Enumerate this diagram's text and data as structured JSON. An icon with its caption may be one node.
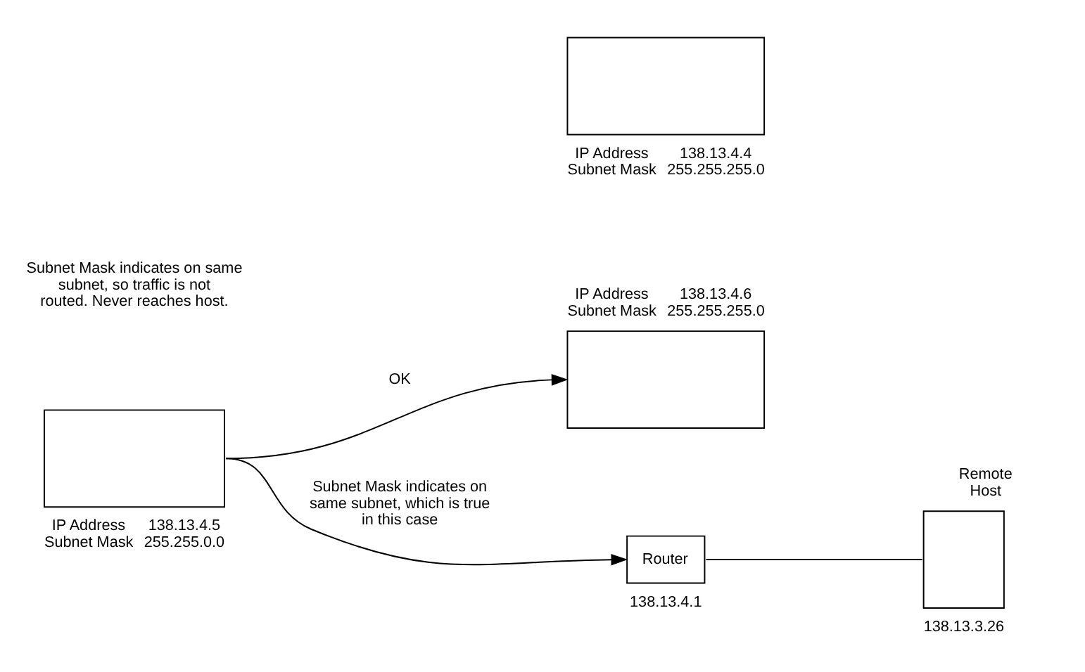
{
  "diagram": {
    "nodes": [
      {
        "text": [],
        "shape": "box",
        "beside": [
          "IP Address Subnet Mask",
          "138.13.4.5 255.255.0.0"
        ]
      },
      {
        "text": [],
        "shape": "box",
        "beside": [
          "IP Address Subnet Mask",
          "138.13.4.6 255.255.255.0"
        ]
      },
      {
        "text": [],
        "shape": "box",
        "beside": [
          "IP Address Subnet Mask",
          "138.13.4.4 255.255.255.0"
        ]
      },
      {
        "text": [
          "Router"
        ],
        "beside": [
          "138.13.4.1"
        ]
      },
      {
        "text": [
          "Remote Host"
        ],
        "beside": [
          "138.13.3.26"
        ]
      }
    ],
    "edges": [
      {
        "from": 0,
        "to": 1,
        "arrow": "to",
        "label": "OK"
      },
      {
        "from": 0,
        "to": 3,
        "arrow": "to",
        "label": "Subnet Mask indicates on same subnet, which is true in this case"
      },
      {
        "from": 3,
        "to": 4,
        "arrow": "none"
      }
    ],
    "labels": [
      "Subnet Mask indicates on same subnet, so traffic is not routed. Never reaches host."
    ]
  }
}
